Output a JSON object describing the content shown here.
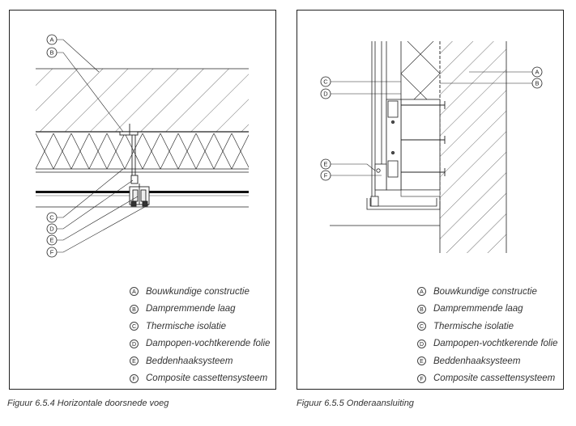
{
  "figures": [
    {
      "caption": "Figuur 6.5.4 Horizontale doorsnede voeg",
      "callouts": [
        "A",
        "B",
        "C",
        "D",
        "E",
        "F"
      ]
    },
    {
      "caption": "Figuur 6.5.5 Onderaansluiting",
      "callouts": [
        "C",
        "D",
        "E",
        "F",
        "A",
        "B"
      ]
    }
  ],
  "legend": [
    {
      "key": "A",
      "label": "Bouwkundige constructie"
    },
    {
      "key": "B",
      "label": "Dampremmende laag"
    },
    {
      "key": "C",
      "label": "Thermische isolatie"
    },
    {
      "key": "D",
      "label": "Dampopen-vochtkerende folie"
    },
    {
      "key": "E",
      "label": "Beddenhaaksysteem"
    },
    {
      "key": "F",
      "label": "Composite cassettensysteem"
    }
  ]
}
